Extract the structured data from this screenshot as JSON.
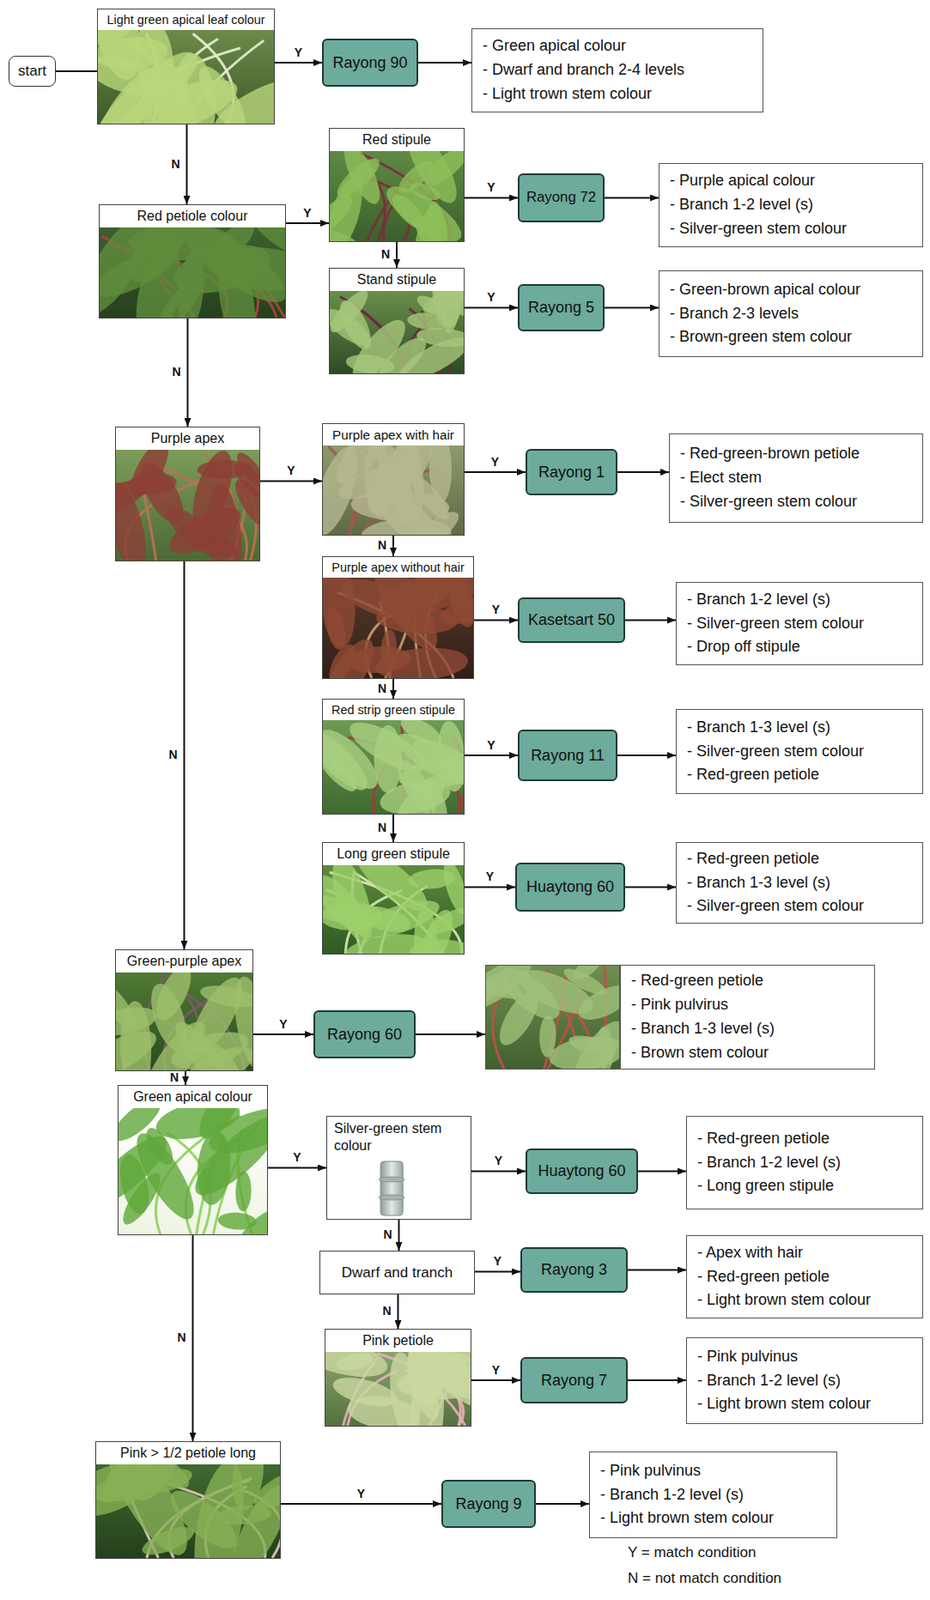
{
  "diagram": {
    "nodes": [
      {
        "text": [
          "start"
        ]
      },
      {
        "text": [
          "Light green apical leaf colour"
        ]
      },
      {
        "text": [
          "Rayong 90"
        ]
      },
      {
        "text": [
          "- Green apical colour",
          "- Dwarf and branch 2-4 levels",
          "- Light trown stem colour"
        ]
      },
      {
        "text": [
          "Red petiole colour"
        ]
      },
      {
        "text": [
          "Red stipule"
        ]
      },
      {
        "text": [
          "Rayong 72"
        ]
      },
      {
        "text": [
          "- Purple apical colour",
          "- Branch 1-2 level (s)",
          "- Silver-green stem colour"
        ]
      },
      {
        "text": [
          "Stand stipule"
        ]
      },
      {
        "text": [
          "Rayong 5"
        ]
      },
      {
        "text": [
          "- Green-brown apical colour",
          "- Branch 2-3 levels",
          "- Brown-green stem colour"
        ]
      },
      {
        "text": [
          "Purple apex"
        ]
      },
      {
        "text": [
          "Purple apex with hair"
        ]
      },
      {
        "text": [
          "Rayong 1"
        ]
      },
      {
        "text": [
          "- Red-green-brown petiole",
          "- Elect stem",
          "- Silver-green stem colour"
        ]
      },
      {
        "text": [
          "Purple apex without hair"
        ]
      },
      {
        "text": [
          "Kasetsart 50"
        ]
      },
      {
        "text": [
          "- Branch 1-2 level (s)",
          "- Silver-green stem colour",
          "- Drop off stipule"
        ]
      },
      {
        "text": [
          "Red strip green stipule"
        ]
      },
      {
        "text": [
          "Rayong 11"
        ]
      },
      {
        "text": [
          "- Branch 1-3 level (s)",
          "- Silver-green stem colour",
          "- Red-green petiole"
        ]
      },
      {
        "text": [
          "Long green stipule"
        ]
      },
      {
        "text": [
          "Huaytong 60"
        ]
      },
      {
        "text": [
          "- Red-green petiole",
          "- Branch 1-3 level (s)",
          "- Silver-green stem colour"
        ]
      },
      {
        "text": [
          "Green-purple apex"
        ]
      },
      {
        "text": [
          "Rayong 60"
        ]
      },
      {
        "text": [
          "- Red-green petiole",
          "- Pink pulvirus",
          "- Branch 1-3 level (s)",
          "- Brown stem colour"
        ]
      },
      {
        "text": [
          "Green apical colour"
        ]
      },
      {
        "text": [
          "Silver-green stem colour"
        ]
      },
      {
        "text": [
          "Huaytong 60"
        ]
      },
      {
        "text": [
          "- Red-green petiole",
          "- Branch 1-2 level (s)",
          "- Long green stipule"
        ]
      },
      {
        "text": [
          "Dwarf and tranch"
        ]
      },
      {
        "text": [
          "Rayong 3"
        ]
      },
      {
        "text": [
          "- Apex with hair",
          "- Red-green petiole",
          "- Light brown stem colour"
        ]
      },
      {
        "text": [
          "Pink petiole"
        ]
      },
      {
        "text": [
          "Rayong 7"
        ]
      },
      {
        "text": [
          "- Pink pulvinus",
          "- Branch 1-2 level (s)",
          "- Light brown stem colour"
        ]
      },
      {
        "text": [
          "Pink > 1/2 petiole long"
        ]
      },
      {
        "text": [
          "Rayong 9"
        ]
      },
      {
        "text": [
          "- Pink pulvinus",
          "- Branch 1-2 level (s)",
          "- Light brown stem colour"
        ]
      }
    ],
    "edges": [
      {
        "from": 0,
        "to": 1,
        "arrow": "none"
      },
      {
        "from": 1,
        "to": 2,
        "label": "Y",
        "arrow": "to"
      },
      {
        "from": 2,
        "to": 3,
        "arrow": "to"
      },
      {
        "from": 1,
        "to": 4,
        "label": "N",
        "arrow": "to"
      },
      {
        "from": 4,
        "to": 5,
        "label": "Y",
        "arrow": "to"
      },
      {
        "from": 5,
        "to": 6,
        "label": "Y",
        "arrow": "to"
      },
      {
        "from": 6,
        "to": 7,
        "arrow": "to"
      },
      {
        "from": 5,
        "to": 8,
        "label": "N",
        "arrow": "to"
      },
      {
        "from": 8,
        "to": 9,
        "label": "Y",
        "arrow": "to"
      },
      {
        "from": 9,
        "to": 10,
        "arrow": "to"
      },
      {
        "from": 4,
        "to": 11,
        "label": "N",
        "arrow": "to"
      },
      {
        "from": 11,
        "to": 12,
        "label": "Y",
        "arrow": "to"
      },
      {
        "from": 12,
        "to": 13,
        "label": "Y",
        "arrow": "to"
      },
      {
        "from": 13,
        "to": 14,
        "arrow": "to"
      },
      {
        "from": 12,
        "to": 15,
        "label": "N",
        "arrow": "to"
      },
      {
        "from": 15,
        "to": 16,
        "label": "Y",
        "arrow": "to"
      },
      {
        "from": 16,
        "to": 17,
        "arrow": "to"
      },
      {
        "from": 15,
        "to": 18,
        "label": "N",
        "arrow": "to"
      },
      {
        "from": 18,
        "to": 19,
        "label": "Y",
        "arrow": "to"
      },
      {
        "from": 19,
        "to": 20,
        "arrow": "to"
      },
      {
        "from": 18,
        "to": 21,
        "label": "N",
        "arrow": "to"
      },
      {
        "from": 21,
        "to": 22,
        "label": "Y",
        "arrow": "to"
      },
      {
        "from": 22,
        "to": 23,
        "arrow": "to"
      },
      {
        "from": 11,
        "to": 24,
        "label": "N",
        "arrow": "to"
      },
      {
        "from": 24,
        "to": 25,
        "label": "Y",
        "arrow": "to"
      },
      {
        "from": 25,
        "to": 26,
        "arrow": "to"
      },
      {
        "from": 24,
        "to": 27,
        "label": "N",
        "arrow": "to"
      },
      {
        "from": 27,
        "to": 28,
        "label": "Y",
        "arrow": "to"
      },
      {
        "from": 28,
        "to": 29,
        "label": "Y",
        "arrow": "to"
      },
      {
        "from": 29,
        "to": 30,
        "arrow": "to"
      },
      {
        "from": 28,
        "to": 31,
        "label": "N",
        "arrow": "to"
      },
      {
        "from": 31,
        "to": 32,
        "label": "Y",
        "arrow": "to"
      },
      {
        "from": 32,
        "to": 33,
        "arrow": "to"
      },
      {
        "from": 31,
        "to": 34,
        "label": "N",
        "arrow": "to"
      },
      {
        "from": 34,
        "to": 35,
        "label": "Y",
        "arrow": "to"
      },
      {
        "from": 35,
        "to": 36,
        "arrow": "to"
      },
      {
        "from": 27,
        "to": 37,
        "label": "N",
        "arrow": "to"
      },
      {
        "from": 37,
        "to": 38,
        "label": "Y",
        "arrow": "to"
      },
      {
        "from": 38,
        "to": 39,
        "arrow": "to"
      }
    ],
    "labels": [
      "Y = match condition",
      "N = not match condition"
    ]
  }
}
